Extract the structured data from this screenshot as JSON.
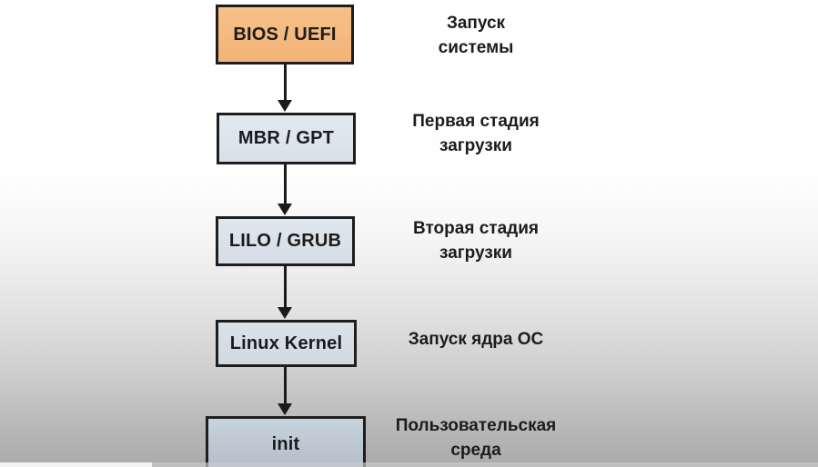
{
  "diagram": {
    "steps": [
      {
        "box_label": "BIOS / UEFI",
        "description": "Запуск\nсистемы"
      },
      {
        "box_label": "MBR / GPT",
        "description": "Первая стадия\nзагрузки"
      },
      {
        "box_label": "LILO / GRUB",
        "description": "Вторая стадия\nзагрузки"
      },
      {
        "box_label": "Linux Kernel",
        "description": "Запуск ядра ОС"
      },
      {
        "box_label": "init",
        "description": "Пользовательская\nсреда"
      }
    ],
    "colors": {
      "bios_box_fill": "#f3b67c",
      "stage_box_fill": "#dde5ec",
      "kernel_box_fill": "#d6dee5",
      "init_box_fill": "#bfc9d3",
      "box_border": "#1e1e1e",
      "arrow": "#1a1a1a",
      "text": "#1b1b1b",
      "background_top": "#ffffff",
      "background_bottom": "#aaaaaa"
    }
  }
}
